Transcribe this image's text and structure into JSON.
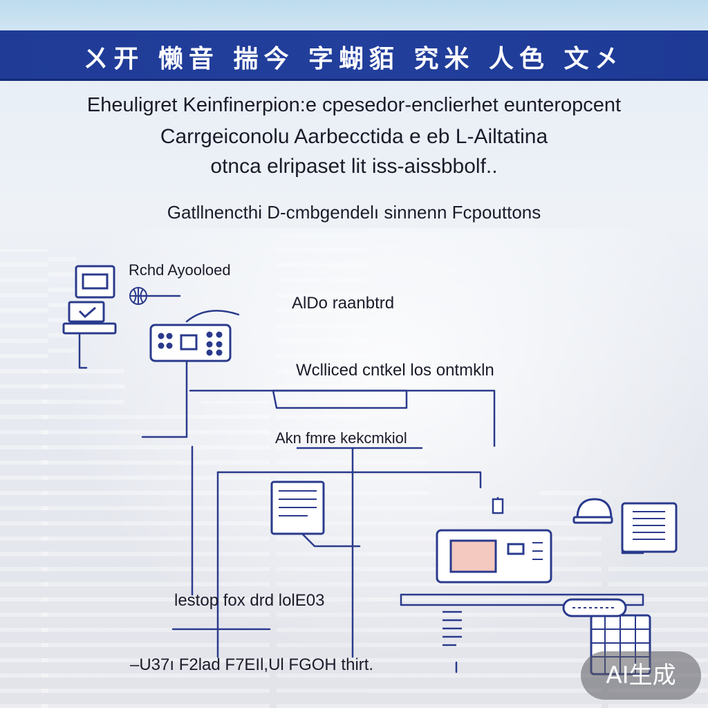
{
  "header": {
    "title": "ㄨ开 懒音 揣今 字蝴貊 究米 人色 文㐅"
  },
  "intro": {
    "line1": "Eheuligret Keinfinerpion:e cpesedor-enclierhet eunteropcent",
    "line2": "Carrgeiconolu Aarbecctida e eb L-Ailtatina",
    "line3": "otnca elripaset lit iss-aissbbolf.."
  },
  "section_heading": "Gatllnencthi D-cmbgendelı sinnenn Fcpouttons",
  "diagram": {
    "label_top_left": "Rchd Ayooloed",
    "label_top_right": "AlDo raanbtrd",
    "label_middle": "Wclliced cntkel los ontmkln",
    "label_lower": "Akn fmre kekcmkiol",
    "label_bottom_left": "lestop fox drd lolE03",
    "label_footer": "–U37ı F2lad F7EIl,Ul FGOH thirt."
  },
  "watermark": {
    "text": "AI生成"
  },
  "colors": {
    "accent": "#223f9c",
    "line": "#2a3a8c",
    "text": "#1b1b2a"
  }
}
